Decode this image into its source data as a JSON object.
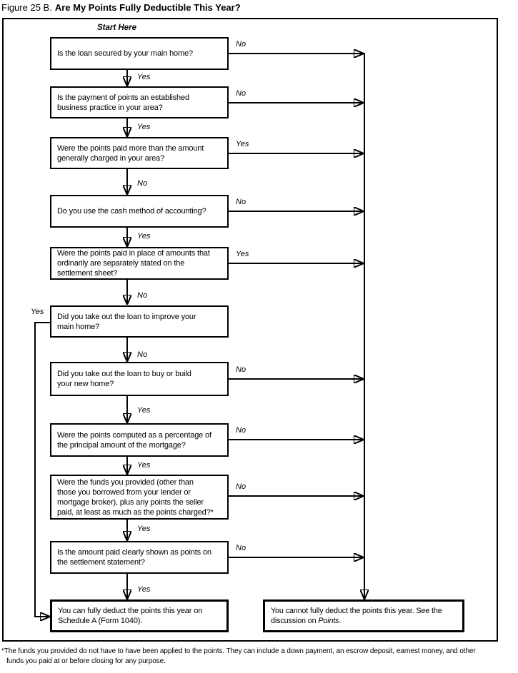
{
  "title": {
    "prefix": "Figure 25 B.",
    "main": "Are My Points Fully Deductible This Year?"
  },
  "start_label": "Start Here",
  "nodes": [
    {
      "id": "loan-secured",
      "text": "Is the loan secured by your main home?",
      "right_label": "No",
      "down_label": "Yes"
    },
    {
      "id": "established-practice",
      "text": "Is the payment of points an established\nbusiness practice in your area?",
      "right_label": "No",
      "down_label": "Yes"
    },
    {
      "id": "points-more-than-usual",
      "text": "Were the points paid more than the amount\ngenerally charged in your area?",
      "right_label": "Yes",
      "down_label": "No"
    },
    {
      "id": "cash-method",
      "text": "Do you use the cash method of accounting?",
      "right_label": "No",
      "down_label": "Yes"
    },
    {
      "id": "points-in-place",
      "text": "Were the points paid in place of amounts that\nordinarily are separately stated on the\nsettlement sheet?",
      "right_label": "Yes",
      "down_label": "No"
    },
    {
      "id": "improve-main-home",
      "text": "Did you take out the loan to improve your\nmain home?",
      "left_label": "Yes",
      "down_label": "No"
    },
    {
      "id": "buy-or-build-home",
      "text": "Did you take out the loan to buy or build\nyour new home?",
      "right_label": "No",
      "down_label": "Yes"
    },
    {
      "id": "percentage-of-principal",
      "text": "Were the points computed as a percentage of\nthe principal amount of the mortgage?",
      "right_label": "No",
      "down_label": "Yes"
    },
    {
      "id": "funds-provided",
      "text": "Were the funds you provided (other than\nthose you borrowed from your lender or\nmortgage broker), plus any points the seller\npaid, at least as much as the points charged?*",
      "right_label": "No",
      "down_label": "Yes"
    },
    {
      "id": "clearly-shown",
      "text": "Is the amount paid clearly shown as points on\nthe settlement statement?",
      "right_label": "No",
      "down_label": "Yes"
    }
  ],
  "outcomes": {
    "deduct_text": "You can fully deduct the points this year on\nSchedule A (Form 1040).",
    "not_deduct_prefix": "You cannot fully deduct the points this year. See the\ndiscussion on ",
    "not_deduct_emphasis": "Points",
    "not_deduct_suffix": "."
  },
  "footnote": {
    "line1": "*The funds you provided do not have to have been applied to the points. They can include a down payment, an escrow deposit, earnest money, and other",
    "line2": "funds you paid at or before closing for any purpose."
  },
  "colors": {
    "line": "#000000",
    "background": "#ffffff",
    "text": "#000000"
  }
}
